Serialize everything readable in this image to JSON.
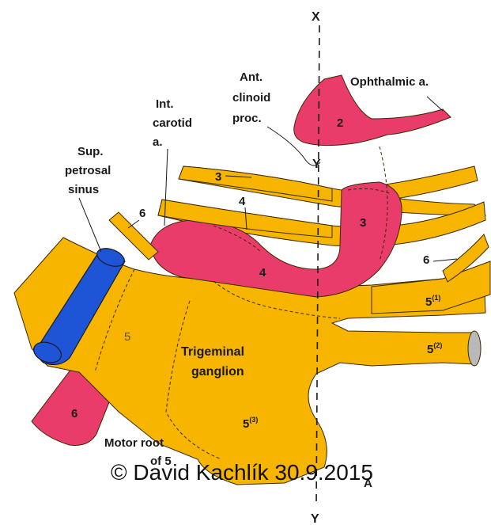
{
  "colors": {
    "nerve": "#f7b500",
    "nerve_stroke": "#3a2a00",
    "artery": "#ea3c6a",
    "sinus": "#1e55d6",
    "background": "#ffffff"
  },
  "axis": {
    "top": "X",
    "bottom": "Y",
    "mid": "Y"
  },
  "labels": {
    "ophthalmic": "Ophthalmic a.",
    "ant_clinoid": [
      "Ant.",
      "clinoid",
      "proc."
    ],
    "int_carotid": [
      "Int.",
      "carotid",
      "a."
    ],
    "sup_petrosal": [
      "Sup.",
      "petrosal",
      "sinus"
    ],
    "ganglion": [
      "Trigeminal",
      "ganglion"
    ],
    "motor_root": "Motor root"
  },
  "numbers": {
    "n2": "2",
    "n3_top": "3",
    "n3_red": "3",
    "n4_top": "4",
    "n4_red": "4",
    "n6_top": "6",
    "n6_right": "6",
    "n6_red": "6",
    "n5_left": "5",
    "n5_1": "5",
    "n5_1_sup": "(1)",
    "n5_2": "5",
    "n5_2_sup": "(2)",
    "n5_3": "5",
    "n5_3_sup": "(3)",
    "motor_5": "of 5",
    "point_a": "A"
  },
  "copyright": "© David Kachlík 30.9.2015"
}
